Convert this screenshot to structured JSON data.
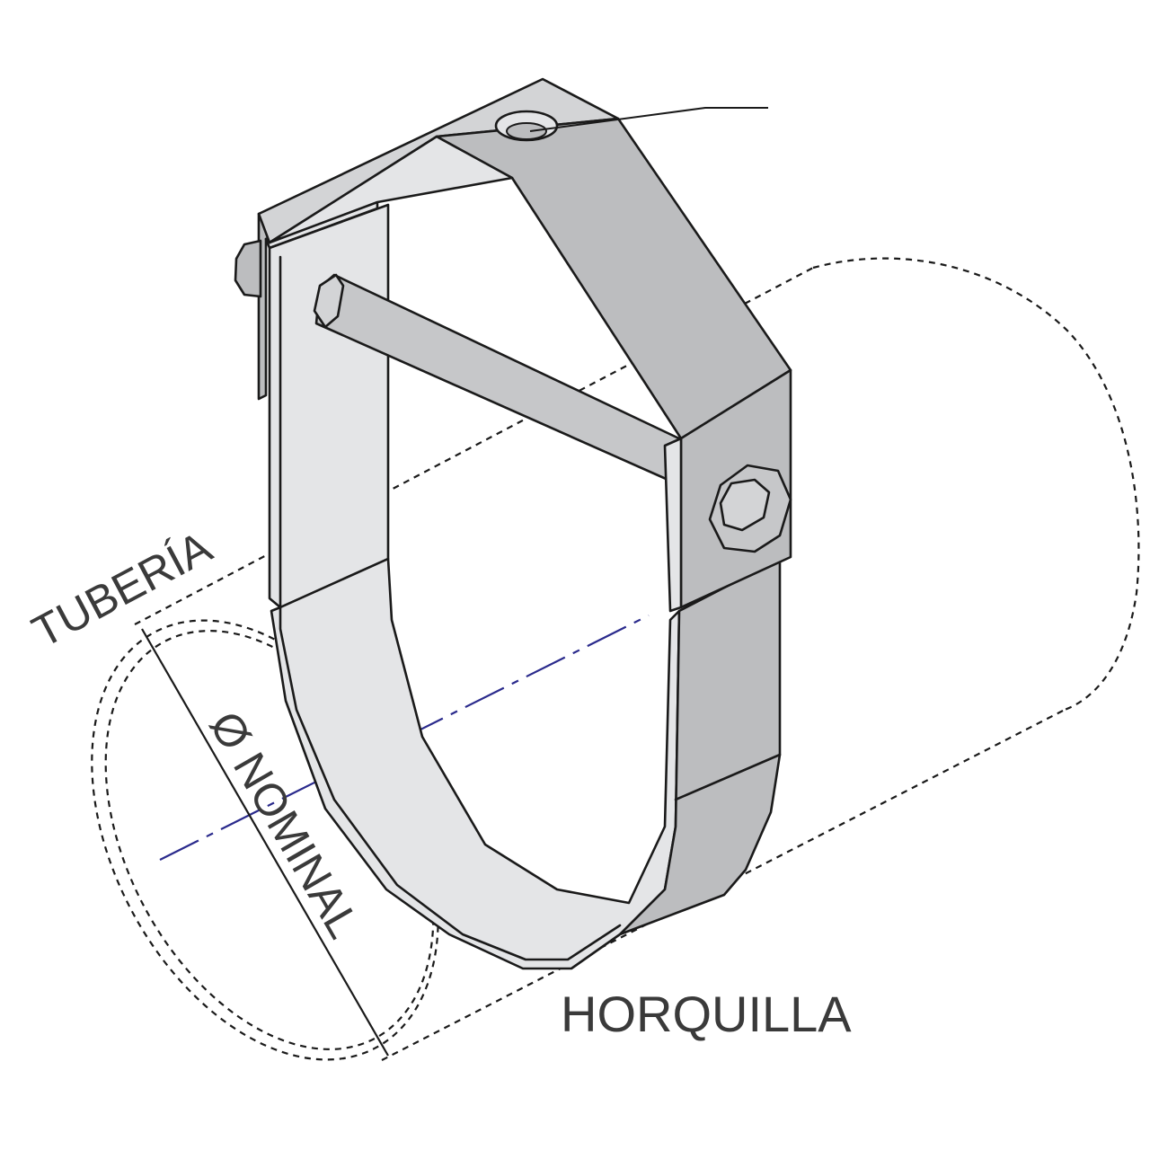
{
  "labels": {
    "pipe": "TUBERÍA",
    "nominal_diameter": "Ø NOMINAL",
    "hanger": "HORQUILLA"
  },
  "colors": {
    "band_front": "#e4e5e7",
    "band_side": "#bcbdbf",
    "band_shadow": "#a9aaac",
    "rod": "#c6c7c9",
    "outline": "#1a1a1a",
    "centerline": "#2a2a8c"
  }
}
